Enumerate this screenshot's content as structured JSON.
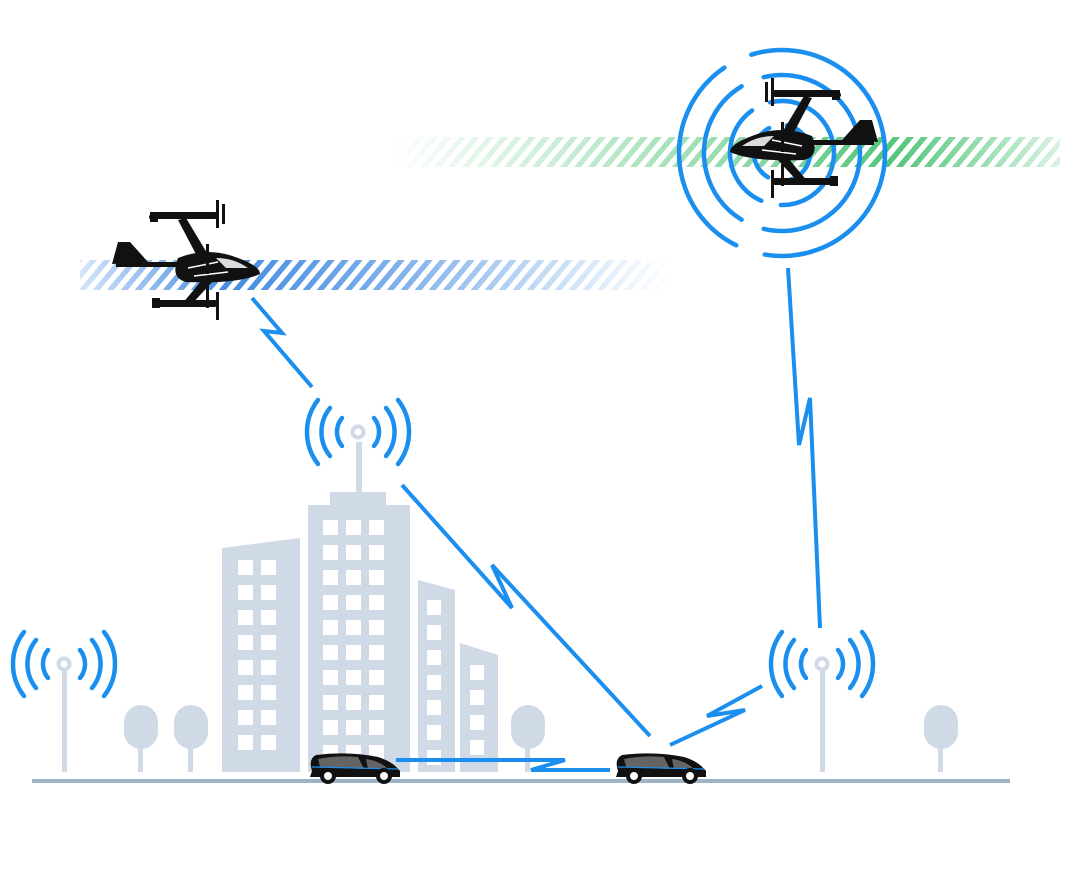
{
  "diagram": {
    "elements": {
      "aircraft": [
        {
          "id": "evtol-left",
          "icon": "evtol-aircraft-icon",
          "facing": "right",
          "flight_path_color": "#2f80dd"
        },
        {
          "id": "evtol-right",
          "icon": "evtol-aircraft-icon",
          "facing": "left",
          "flight_path_color": "#3fbf6a",
          "broadcasting": true
        }
      ],
      "antennas": [
        {
          "id": "antenna-building",
          "icon": "radio-antenna-icon"
        },
        {
          "id": "antenna-left",
          "icon": "radio-antenna-icon"
        },
        {
          "id": "antenna-right",
          "icon": "radio-antenna-icon"
        }
      ],
      "vehicles": [
        {
          "id": "car-left",
          "icon": "car-icon"
        },
        {
          "id": "car-right",
          "icon": "car-icon"
        }
      ],
      "buildings": [
        "building-tall",
        "building-left",
        "building-right-1",
        "building-right-2"
      ],
      "trees": 4
    },
    "links": [
      {
        "from": "evtol-left",
        "to": "antenna-building",
        "type": "wireless"
      },
      {
        "from": "antenna-building",
        "to": "car-right",
        "type": "wireless"
      },
      {
        "from": "car-left",
        "to": "car-right",
        "type": "wireless"
      },
      {
        "from": "car-right",
        "to": "antenna-right",
        "type": "wireless"
      },
      {
        "from": "antenna-right",
        "to": "evtol-right",
        "type": "wireless"
      }
    ]
  },
  "colors": {
    "link": "#1a8fef",
    "signal": "#1a8fef",
    "building": "#cfdae6",
    "ground": "#9fb3c6",
    "vehicle": "#111111",
    "aircraft": "#111111",
    "path_blue": "#2f80dd",
    "path_green": "#3fbf6a"
  }
}
